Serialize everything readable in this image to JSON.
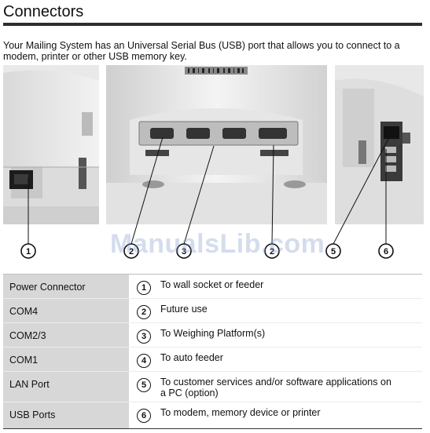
{
  "page": {
    "title": "Connectors",
    "intro": "Your Mailing System has an Universal Serial Bus (USB) port that allows you to connect to a modem, printer or other USB memory key."
  },
  "watermark": "ManualsLib.com",
  "callouts": [
    "1",
    "2",
    "3",
    "2",
    "5",
    "6"
  ],
  "connectors": [
    {
      "name": "Power Connector",
      "number": "1",
      "description": "To wall socket or feeder"
    },
    {
      "name": "COM4",
      "number": "2",
      "description": "Future use"
    },
    {
      "name": "COM2/3",
      "number": "3",
      "description": "To Weighing Platform(s)"
    },
    {
      "name": "COM1",
      "number": "4",
      "description": "To auto feeder"
    },
    {
      "name": "LAN Port",
      "number": "5",
      "description": "To customer services and/or software applications on a PC (option)"
    },
    {
      "name": "USB Ports",
      "number": "6",
      "description": "To modem, memory device or printer"
    }
  ]
}
